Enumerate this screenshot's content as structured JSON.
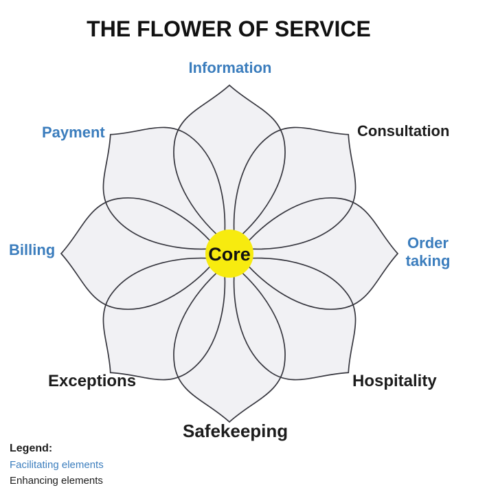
{
  "title": "THE FLOWER OF SERVICE",
  "core": {
    "label": "Core"
  },
  "petals": [
    {
      "label": "Information",
      "type": "facilitating",
      "position": "top"
    },
    {
      "label": "Consultation",
      "type": "enhancing",
      "position": "top-right"
    },
    {
      "label": "Order taking",
      "type": "facilitating",
      "position": "right"
    },
    {
      "label": "Hospitality",
      "type": "enhancing",
      "position": "bottom-right"
    },
    {
      "label": "Safekeeping",
      "type": "enhancing",
      "position": "bottom"
    },
    {
      "label": "Exceptions",
      "type": "enhancing",
      "position": "bottom-left"
    },
    {
      "label": "Billing",
      "type": "facilitating",
      "position": "left"
    },
    {
      "label": "Payment",
      "type": "facilitating",
      "position": "top-left"
    }
  ],
  "legend": {
    "heading": "Legend:",
    "items": [
      {
        "label": "Facilitating elements",
        "type": "facilitating"
      },
      {
        "label": "Enhancing elements",
        "type": "enhancing"
      }
    ]
  },
  "colors": {
    "facilitating": "#3b7dbd",
    "enhancing": "#1c1c1c",
    "core_fill": "#f7eb0f",
    "petal_fill": "#f1f1f4",
    "petal_stroke": "#35353d"
  }
}
